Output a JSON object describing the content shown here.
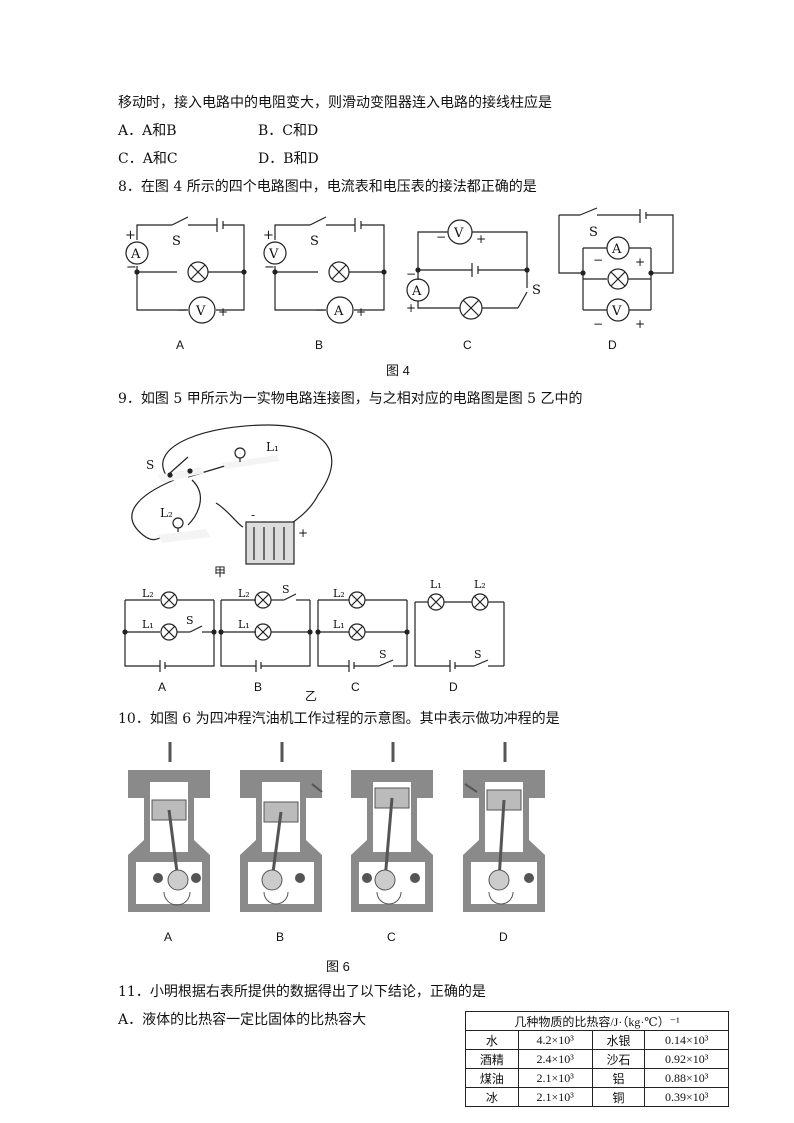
{
  "q7": {
    "cont": "移动时，接入电路中的电阻变大，则滑动变阻器连入电路的接线柱应是",
    "optA": "A．A和B",
    "optB": "B．C和D",
    "optC": "C．A和C",
    "optD": "D．B和D"
  },
  "q8": {
    "stem": "8．在图 4 所示的四个电路图中，电流表和电压表的接法都正确的是",
    "caption": "图 4",
    "labels": [
      "A",
      "B",
      "C",
      "D"
    ],
    "S": "S",
    "A": "A",
    "V": "V",
    "plus": "+",
    "minus": "−"
  },
  "q9": {
    "stem": "9．如图 5 甲所示为一实物电路连接图，与之相对应的电路图是图 5 乙中的",
    "jia": "甲",
    "yi": "乙",
    "S": "S",
    "L1": "L₁",
    "L2": "L₂",
    "labels": [
      "A",
      "B",
      "C",
      "D"
    ],
    "minus": "-",
    "plus": "+"
  },
  "q10": {
    "stem": "10．如图 6 为四冲程汽油机工作过程的示意图。其中表示做功冲程的是",
    "labels": [
      "A",
      "B",
      "C",
      "D"
    ],
    "caption": "图 6"
  },
  "q11": {
    "stem": "11．小明根据右表所提供的数据得出了以下结论，正确的是",
    "optA": "A．液体的比热容一定比固体的比热容大",
    "table": {
      "title": "几种物质的比热容/J·（kg·℃）⁻¹",
      "rows": [
        [
          "水",
          "4.2×10³",
          "水银",
          "0.14×10³"
        ],
        [
          "酒精",
          "2.4×10³",
          "沙石",
          "0.92×10³"
        ],
        [
          "煤油",
          "2.1×10³",
          "铝",
          "0.88×10³"
        ],
        [
          "冰",
          "2.1×10³",
          "铜",
          "0.39×10³"
        ]
      ]
    }
  },
  "colors": {
    "engine_gray": "#8a8a8a",
    "engine_dark": "#555555"
  }
}
